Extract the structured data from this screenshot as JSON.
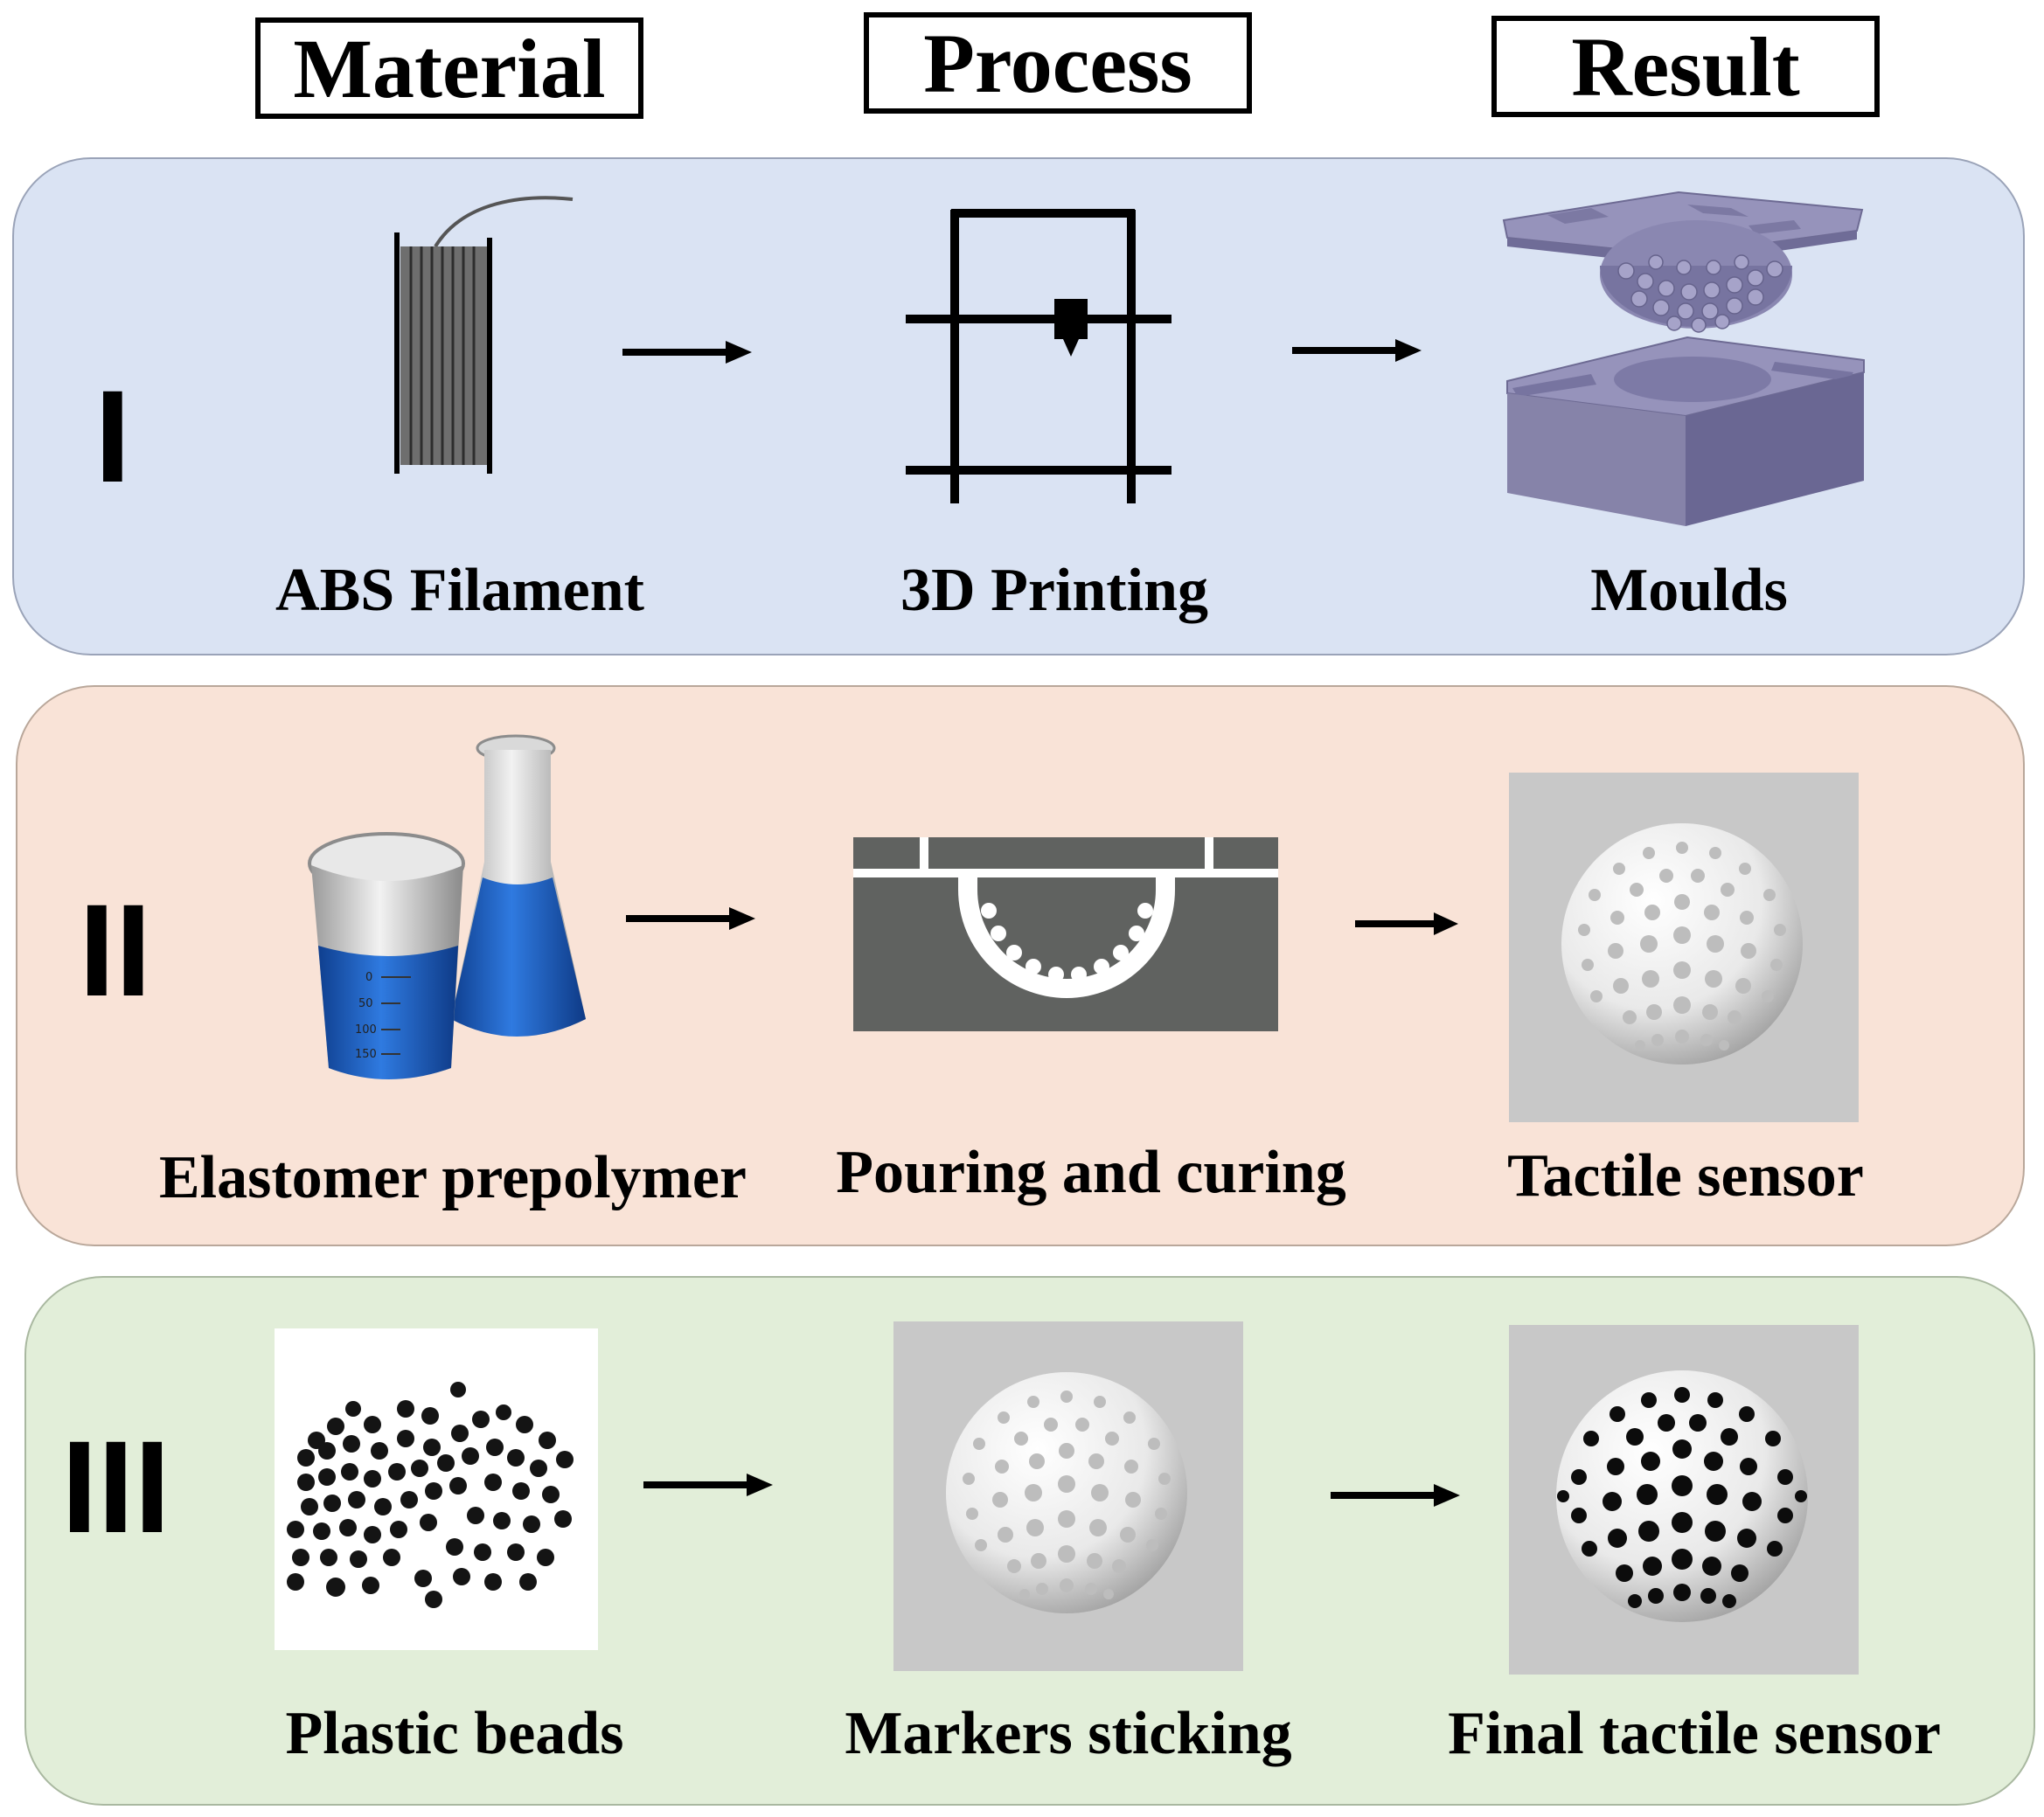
{
  "headers": {
    "material": "Material",
    "process": "Process",
    "result": "Result"
  },
  "rows": [
    {
      "label": "I",
      "color": "#dae3f3",
      "material_caption": "ABS Filament",
      "process_caption": "3D Printing",
      "result_caption": "Moulds"
    },
    {
      "label": "II",
      "color": "#f9e3d7",
      "material_caption": "Elastomer prepolymer",
      "process_caption": "Pouring and curing",
      "result_caption": "Tactile sensor"
    },
    {
      "label": "III",
      "color": "#e2eed9",
      "material_caption": "Plastic beads",
      "process_caption": "Markers sticking",
      "result_caption": "Final tactile sensor"
    }
  ],
  "beaker_ticks": [
    "0",
    "50",
    "100",
    "150"
  ],
  "colors": {
    "mould": "#8683a9",
    "mould_dark": "#5e5b82",
    "grey_block": "#606260",
    "sensor_bg": "#c8c8c8",
    "liquid_blue": "#1e63c4"
  }
}
